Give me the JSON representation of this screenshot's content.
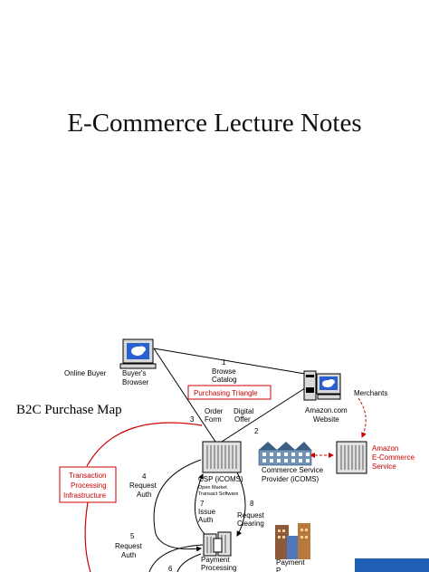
{
  "title": "E-Commerce Lecture Notes",
  "section_label": "B2C Purchase Map",
  "labels": {
    "online_buyer": "Online Buyer",
    "buyers_browser": [
      "Buyer's",
      "Browser"
    ],
    "merchants": "Merchants",
    "amazon_website": [
      "Amazon.com",
      "Website"
    ],
    "step1": "1",
    "browse_catalog": [
      "Browse",
      "Catalog"
    ],
    "purchasing_triangle": "Purchasing Triangle",
    "step3": "3",
    "order_form": [
      "Order",
      "Form"
    ],
    "digital_offer": [
      "Digital",
      "Offer"
    ],
    "step2": "2",
    "amazon_service": [
      "Amazon",
      "E-Commerce",
      "Service"
    ],
    "transaction_infra": [
      "Transaction",
      "Processing",
      "Infrastructure"
    ],
    "step4": "4",
    "request_auth_4": [
      "Request",
      "Auth"
    ],
    "csp": "CSP (iCOMS)",
    "open_market": [
      "Open Market",
      "Transact Software"
    ],
    "commerce_provider": [
      "Commerce Service",
      "Provider (iCOMS)"
    ],
    "step7": "7",
    "issue_auth": [
      "Issue",
      "Auth"
    ],
    "step8": "8",
    "request_clearing": [
      "Request",
      "Clearing"
    ],
    "step5": "5",
    "request_auth_5": [
      "Request",
      "Auth"
    ],
    "step6": "6",
    "payment_processing": [
      "Payment",
      "Processing"
    ],
    "payment_p": [
      "Payment",
      "P"
    ]
  },
  "colors": {
    "red": "#cc0000",
    "screen": "#2a5fd0",
    "frame": "#d8d8d8",
    "building": "#6f93b8",
    "roof": "#3c5f86",
    "corner": "#1f5fb5"
  },
  "icons": [
    "computer-icon",
    "computer-icon",
    "server-icon",
    "building-icon",
    "server-icon",
    "server-icon",
    "city-icon"
  ]
}
